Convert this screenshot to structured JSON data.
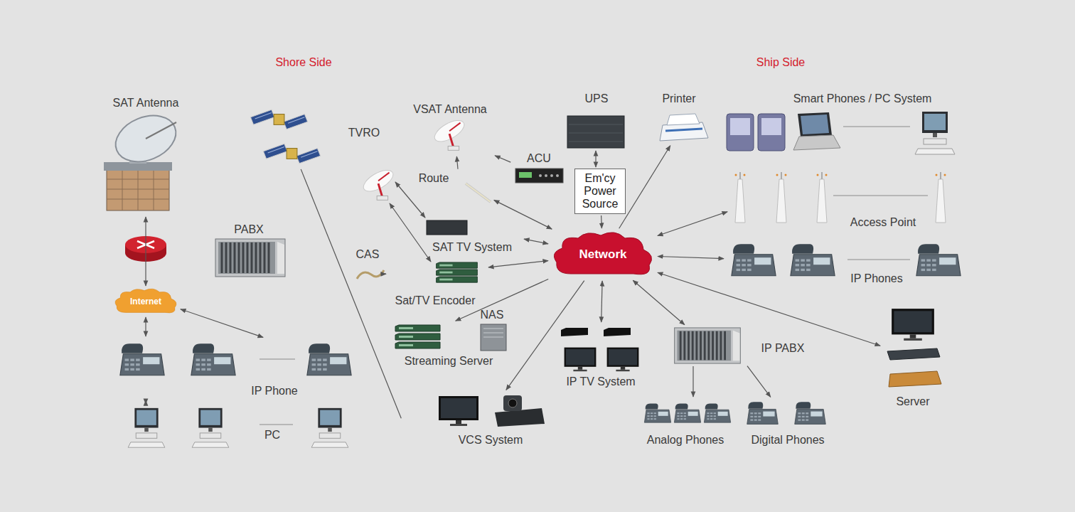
{
  "diagram": {
    "nodes": [
      {
        "text": [
          "SAT Antenna"
        ]
      },
      {
        "text": [
          "TVRO"
        ]
      },
      {
        "text": [
          "VSAT Antenna"
        ]
      },
      {
        "text": [
          "UPS"
        ]
      },
      {
        "text": [
          "Printer"
        ]
      },
      {
        "text": [
          "Smart Phones / PC System"
        ]
      },
      {
        "text": [
          "ACU"
        ]
      },
      {
        "text": [
          "Em'cy Power Source"
        ]
      },
      {
        "text": [
          "Route"
        ]
      },
      {
        "text": [
          "Access Point"
        ]
      },
      {
        "text": [
          "PABX"
        ]
      },
      {
        "text": [
          "SAT TV System"
        ]
      },
      {
        "text": [
          "Network"
        ]
      },
      {
        "text": [
          "IP Phones"
        ]
      },
      {
        "text": [
          "CAS"
        ]
      },
      {
        "text": [
          "Sat/TV Encoder"
        ]
      },
      {
        "text": [
          "Internet"
        ]
      },
      {
        "text": [
          "NAS"
        ]
      },
      {
        "text": [
          "IP PABX"
        ]
      },
      {
        "text": [
          "Streaming Server"
        ]
      },
      {
        "text": [
          "IP TV System"
        ]
      },
      {
        "text": [
          "Server"
        ]
      },
      {
        "text": [
          "IP Phone"
        ]
      },
      {
        "text": [
          "PC"
        ]
      },
      {
        "text": [
          "VCS System"
        ]
      },
      {
        "text": [
          "Analog Phones"
        ]
      },
      {
        "text": [
          "Digital Phones"
        ]
      }
    ],
    "edges": [
      {
        "from": 0,
        "to": 16,
        "arrow": "both"
      },
      {
        "from": 16,
        "to": 22,
        "arrow": "both"
      },
      {
        "from": 16,
        "to": 22,
        "arrow": "both"
      },
      {
        "from": 22,
        "to": 23,
        "arrow": "both"
      },
      {
        "from": 1,
        "to": 24,
        "arrow": "none"
      },
      {
        "from": 6,
        "to": 2,
        "arrow": "to"
      },
      {
        "from": 8,
        "to": 2,
        "arrow": "to"
      },
      {
        "from": 8,
        "to": 12,
        "arrow": "both"
      },
      {
        "from": 3,
        "to": 7,
        "arrow": "both"
      },
      {
        "from": 7,
        "to": 12,
        "arrow": "to"
      },
      {
        "from": 12,
        "to": 4,
        "arrow": "to"
      },
      {
        "from": 9,
        "to": 12,
        "arrow": "both"
      },
      {
        "from": 12,
        "to": 13,
        "arrow": "both"
      },
      {
        "from": 11,
        "to": 12,
        "arrow": "both"
      },
      {
        "from": 15,
        "to": 12,
        "arrow": "both"
      },
      {
        "from": 14,
        "to": 15,
        "arrow": "to"
      },
      {
        "from": 12,
        "to": 19,
        "arrow": "to"
      },
      {
        "from": 12,
        "to": 24,
        "arrow": "to"
      },
      {
        "from": 12,
        "to": 20,
        "arrow": "both"
      },
      {
        "from": 12,
        "to": 18,
        "arrow": "both"
      },
      {
        "from": 12,
        "to": 21,
        "arrow": "both"
      },
      {
        "from": 18,
        "to": 25,
        "arrow": "to"
      },
      {
        "from": 18,
        "to": 26,
        "arrow": "to"
      }
    ],
    "labels": [
      "Shore Side",
      "Ship Side"
    ]
  }
}
